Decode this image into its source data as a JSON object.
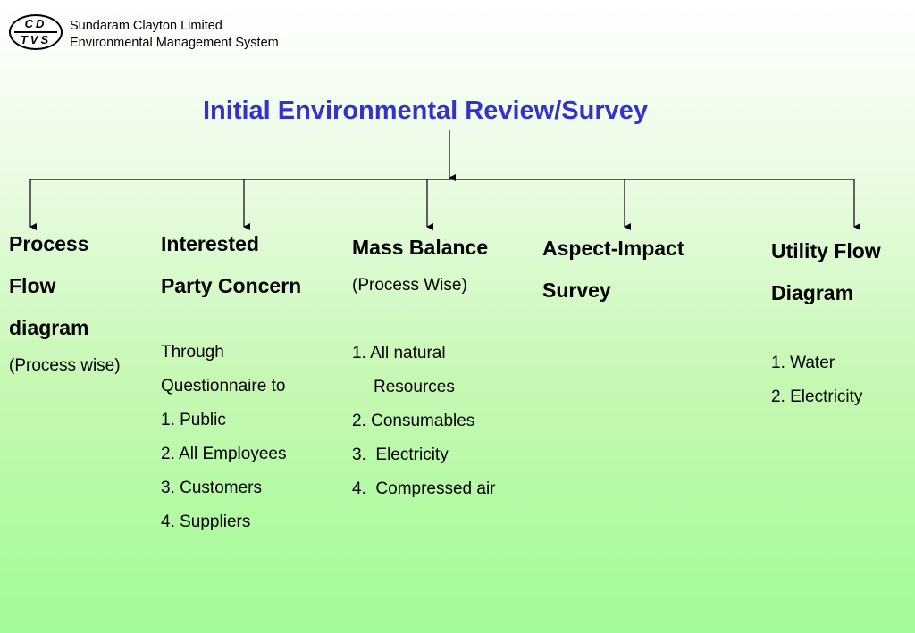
{
  "header": {
    "logo_top": "CD",
    "logo_bottom": "TVS",
    "company": "Sundaram Clayton Limited",
    "system": "Environmental Management System"
  },
  "title": "Initial Environmental Review/Survey",
  "colors": {
    "title": "#3333cc",
    "background_bottom": "#a2fb96"
  },
  "columns": [
    {
      "heading": [
        "Process",
        "Flow",
        "diagram"
      ],
      "sub": "(Process wise)",
      "items": []
    },
    {
      "heading": [
        "Interested",
        "Party Concern"
      ],
      "sub": "",
      "items": [
        "Through",
        "Questionnaire to",
        "1. Public",
        "2. All Employees",
        "3. Customers",
        "4. Suppliers"
      ]
    },
    {
      "heading": [
        "Mass Balance"
      ],
      "sub": "(Process Wise)",
      "items": [
        "1. All natural",
        "Resources",
        "2. Consumables",
        "3.  Electricity",
        "4.  Compressed air"
      ]
    },
    {
      "heading": [
        "Aspect-Impact",
        "Survey"
      ],
      "sub": "",
      "items": []
    },
    {
      "heading": [
        "Utility Flow",
        "Diagram"
      ],
      "sub": "",
      "items": [
        "1. Water",
        "2. Electricity"
      ]
    }
  ]
}
